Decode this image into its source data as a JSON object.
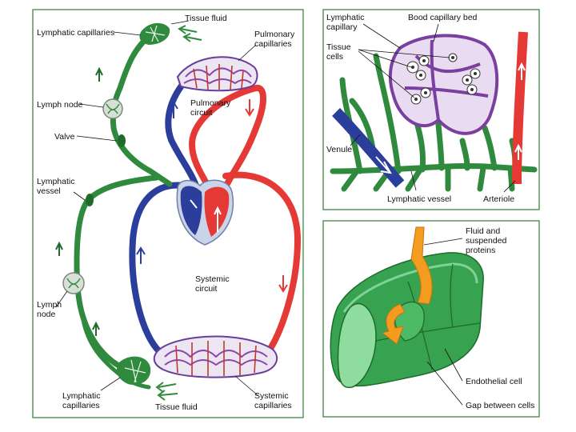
{
  "colors": {
    "panel_border": "#2e7d32",
    "lymph": "#2f8a3e",
    "lymph_dark": "#1f6b2c",
    "artery": "#e53935",
    "vein": "#2c3e9c",
    "purple": "#7b3fa0",
    "endothelium": "#3fae5a",
    "fluid": "#f39c1f"
  },
  "main_panel": {
    "labels": {
      "tissue_fluid_top": "Tissue fluid",
      "lymphatic_capillaries_top": "Lymphatic capillaries",
      "pulmonary_capillaries": "Pulmonary\ncapillaries",
      "pulmonary_circuit": "Pulmonary\ncircuit",
      "lymph_node_top": "Lymph node",
      "valve": "Valve",
      "lymphatic_vessel": "Lymphatic\nvessel",
      "systemic_circuit": "Systemic\ncircuit",
      "lymph_node_bottom": "Lymph\nnode",
      "lymphatic_capillaries_bottom": "Lymphatic\ncapillaries",
      "tissue_fluid_bottom": "Tissue fluid",
      "systemic_capillaries": "Systemic\ncapillaries"
    }
  },
  "capillary_panel": {
    "labels": {
      "lymphatic_capillary": "Lymphatic\ncapillary",
      "blood_capillary_bed": "Bood capillary bed",
      "tissue_cells": "Tissue\ncells",
      "venule": "Venule",
      "lymphatic_vessel": "Lymphatic vessel",
      "arteriole": "Arteriole"
    }
  },
  "vessel_panel": {
    "labels": {
      "fluid_proteins": "Fluid and\nsuspended\nproteins",
      "endothelial_cell": "Endothelial cell",
      "gap_between_cells": "Gap between cells"
    }
  }
}
